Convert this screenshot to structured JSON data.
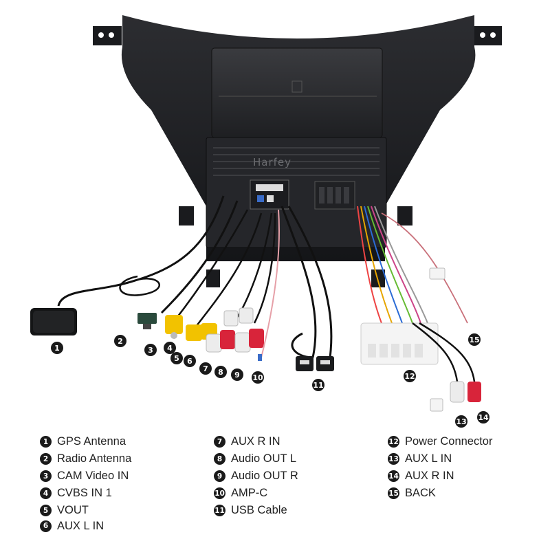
{
  "device": {
    "brand": "Harfey"
  },
  "callouts": [
    "1",
    "2",
    "3",
    "4",
    "5",
    "6",
    "7",
    "8",
    "9",
    "10",
    "11",
    "12",
    "13",
    "14",
    "15"
  ],
  "legend": {
    "col1": [
      {
        "num": "1",
        "label": "GPS Antenna"
      },
      {
        "num": "2",
        "label": "Radio Antenna"
      },
      {
        "num": "3",
        "label": "CAM Video IN"
      },
      {
        "num": "4",
        "label": "CVBS IN 1"
      },
      {
        "num": "5",
        "label": "VOUT"
      },
      {
        "num": "6",
        "label": "AUX L IN"
      }
    ],
    "col2": [
      {
        "num": "7",
        "label": "AUX R IN"
      },
      {
        "num": "8",
        "label": "Audio OUT L"
      },
      {
        "num": "9",
        "label": "Audio OUT R"
      },
      {
        "num": "10",
        "label": "AMP-C"
      },
      {
        "num": "11",
        "label": "USB Cable"
      }
    ],
    "col3": [
      {
        "num": "12",
        "label": "Power Connector"
      },
      {
        "num": "13",
        "label": "AUX L IN"
      },
      {
        "num": "14",
        "label": "AUX R IN"
      },
      {
        "num": "15",
        "label": "BACK"
      }
    ]
  },
  "colors": {
    "frame": "#1b1c1f",
    "chassis": "#2a2b2e",
    "rca_yellow": "#f2c200",
    "rca_red": "#d8243a",
    "rca_white": "#ececec",
    "connector_white": "#f4f4f4"
  }
}
